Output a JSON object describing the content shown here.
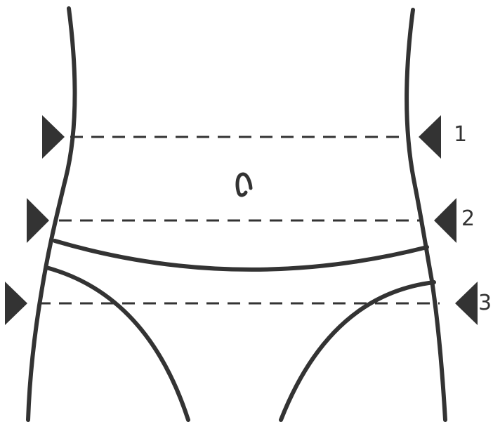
{
  "measurements": [
    {
      "number": "1"
    },
    {
      "number": "2"
    },
    {
      "number": "3"
    }
  ],
  "colors": {
    "stroke": "#333333",
    "background": "#ffffff"
  }
}
